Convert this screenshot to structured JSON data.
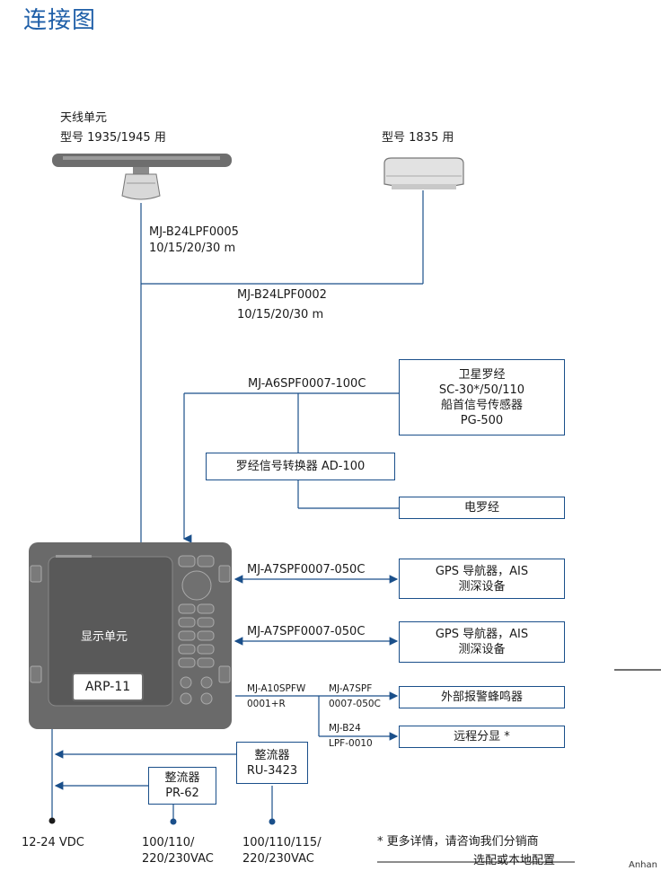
{
  "title": "连接图",
  "antenna": {
    "line1": "天线单元",
    "line2": "型号 1935/1945 用"
  },
  "radome": {
    "label": "型号 1835 用"
  },
  "cable_antenna": {
    "model": "MJ-B24LPF0005",
    "length": "10/15/20/30 m"
  },
  "cable_radome": {
    "model": "MJ-B24LPF0002",
    "length": "10/15/20/30 m"
  },
  "cable_heading": "MJ-A6SPF0007-100C",
  "heading_box": {
    "lines": [
      "卫星罗经",
      "SC-30*/50/110",
      "船首信号传感器",
      "PG-500"
    ]
  },
  "converter_box": "罗经信号转换器 AD-100",
  "gyro_box": "电罗经",
  "cable_gps1": "MJ-A7SPF0007-050C",
  "gps1_box": {
    "line1": "GPS 导航器，AIS",
    "line2": "测深设备"
  },
  "cable_gps2": "MJ-A7SPF0007-050C",
  "gps2_box": {
    "line1": "GPS 导航器，AIS",
    "line2": "测深设备"
  },
  "cable_a10": {
    "line1": "MJ-A10SPFW",
    "line2": "0001+R"
  },
  "cable_a7": {
    "line1": "MJ-A7SPF",
    "line2": "0007-050C"
  },
  "buzzer_box": "外部报警蜂鸣器",
  "cable_b24": {
    "line1": "MJ-B24",
    "line2": "LPF-0010"
  },
  "remote_box": "远程分显 *",
  "display_unit": {
    "label": "显示单元",
    "model": "ARP-11"
  },
  "rectifier_ru": {
    "line1": "整流器",
    "line2": "RU-3423"
  },
  "rectifier_pr": {
    "line1": "整流器",
    "line2": "PR-62"
  },
  "power": {
    "dc": "12-24 VDC",
    "ac_pr": {
      "line1": "100/110/",
      "line2": "220/230VAC"
    },
    "ac_ru": {
      "line1": "100/110/115/",
      "line2": "220/230VAC"
    }
  },
  "footnote": {
    "line1": "* 更多详情，请咨询我们分销商",
    "line2": "选配或本地配置"
  },
  "watermark": "Anhan"
}
